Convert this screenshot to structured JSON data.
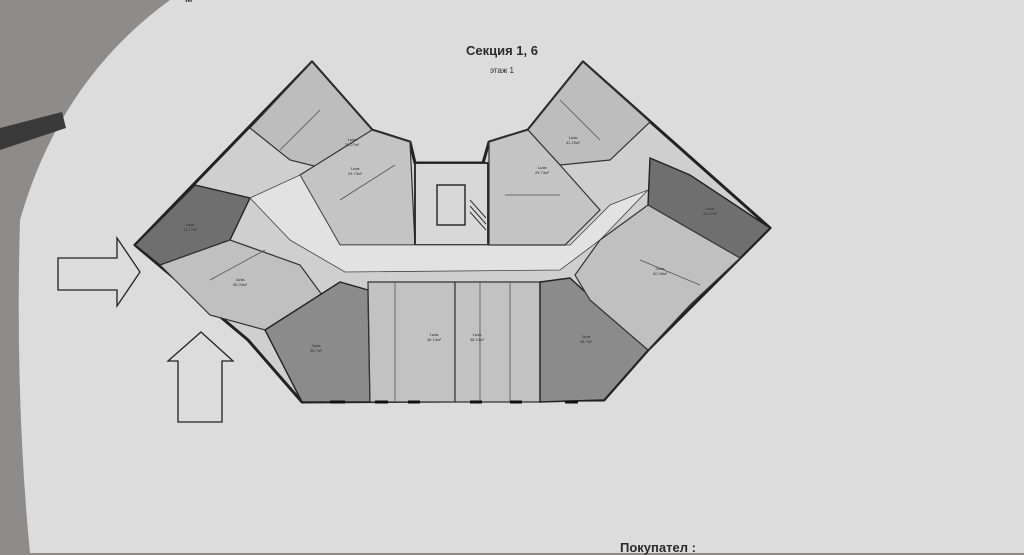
{
  "header": {
    "top_fragment": "м",
    "title": "Секция 1, 6",
    "subtitle": "этаж 1"
  },
  "footer": {
    "text": "Покупател :"
  },
  "units": [
    {
      "name": "1к/кв",
      "area": "33.27м²"
    },
    {
      "name": "1к/кв",
      "area": "29.73м²"
    },
    {
      "name": "1к/кв",
      "area": "41.77м²"
    },
    {
      "name": "2к/кв",
      "area": "55.03м²"
    },
    {
      "name": "3к/кв",
      "area": "58.7м²"
    },
    {
      "name": "1к/кв",
      "area": "38.13м²"
    },
    {
      "name": "1к/кв",
      "area": "38.13м²"
    },
    {
      "name": "3к/кв",
      "area": "58.7м²"
    },
    {
      "name": "1к/кв",
      "area": "41.29м²"
    },
    {
      "name": "1к/кв",
      "area": "29.73м²"
    },
    {
      "name": "1к/кв",
      "area": "28.37м²"
    },
    {
      "name": "2к/кв",
      "area": "50.28м²"
    }
  ],
  "colors": {
    "paper": "#dcdcdc",
    "dark_unit": "#6d6d6d",
    "medium_unit": "#8f8f8f",
    "light_unit": "#c2c2c2",
    "wall": "#222222"
  }
}
